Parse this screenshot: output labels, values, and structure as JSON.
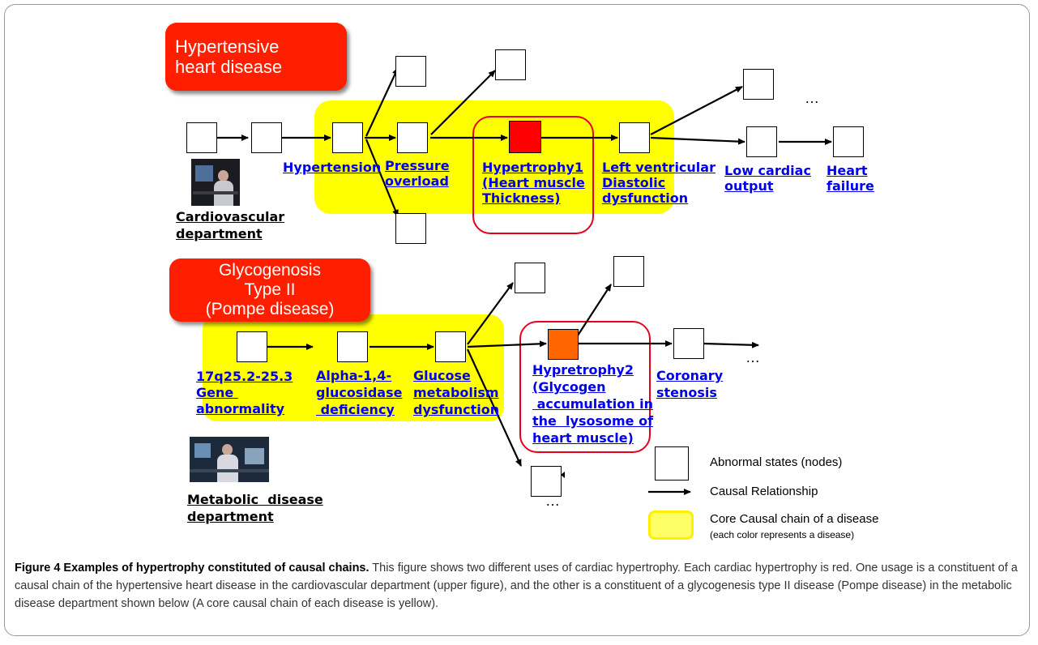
{
  "diagram": {
    "upper": {
      "disease_title": "Hypertensive\nheart disease",
      "department": "Cardiovascular\ndepartment",
      "labels": {
        "hypertension": "Hypertension",
        "pressure_overload": "Pressure\noverload",
        "hypertrophy1": "Hypertrophy1\n(Heart muscle\nThickness)",
        "lv_diastolic": "Left ventricular\nDiastolic\ndysfunction",
        "low_cardiac": "Low cardiac\noutput",
        "heart_failure": "Heart\nfailure"
      },
      "ellipsis": "…"
    },
    "lower": {
      "disease_title": "Glycogenosis\nType II\n(Pompe disease)",
      "department": "Metabolic  disease\ndepartment",
      "labels": {
        "gene": "17q25.2-25.3\nGene \nabnormality",
        "alpha": "Alpha-1,4-\nglucosidase\n deficiency",
        "glucose": "Glucose\nmetabolism\ndysfunction",
        "hypretrophy2": "Hypretrophy2\n(Glycogen\n accumulation in\nthe  lysosome of\nheart muscle)",
        "coronary": "Coronary\nstenosis"
      },
      "ellipsis_right": "…",
      "ellipsis_bottom": "…"
    },
    "legend": {
      "nodes": "Abnormal states (nodes)",
      "causal": "Causal Relationship",
      "core": "Core Causal chain of a disease",
      "core_note": "(each color represents a disease)"
    },
    "colors": {
      "core_chain": "#ffff00",
      "hypertrophy1_node": "#ff0000",
      "hypertrophy2_node": "#ff6600",
      "title_box": "#ff1f00",
      "highlight_border": "#e8001a"
    }
  },
  "caption": {
    "bold": "Figure 4 Examples of hypertrophy constituted of causal chains.",
    "text": " This figure shows two different uses of cardiac hypertrophy. Each cardiac hypertrophy is red. One usage is a constituent of a causal chain of the hypertensive heart disease in the cardiovascular department (upper figure), and the other is a constituent of a glycogenesis type II disease (Pompe disease) in the metabolic disease department shown below (A core causal chain of each disease is yellow)."
  }
}
